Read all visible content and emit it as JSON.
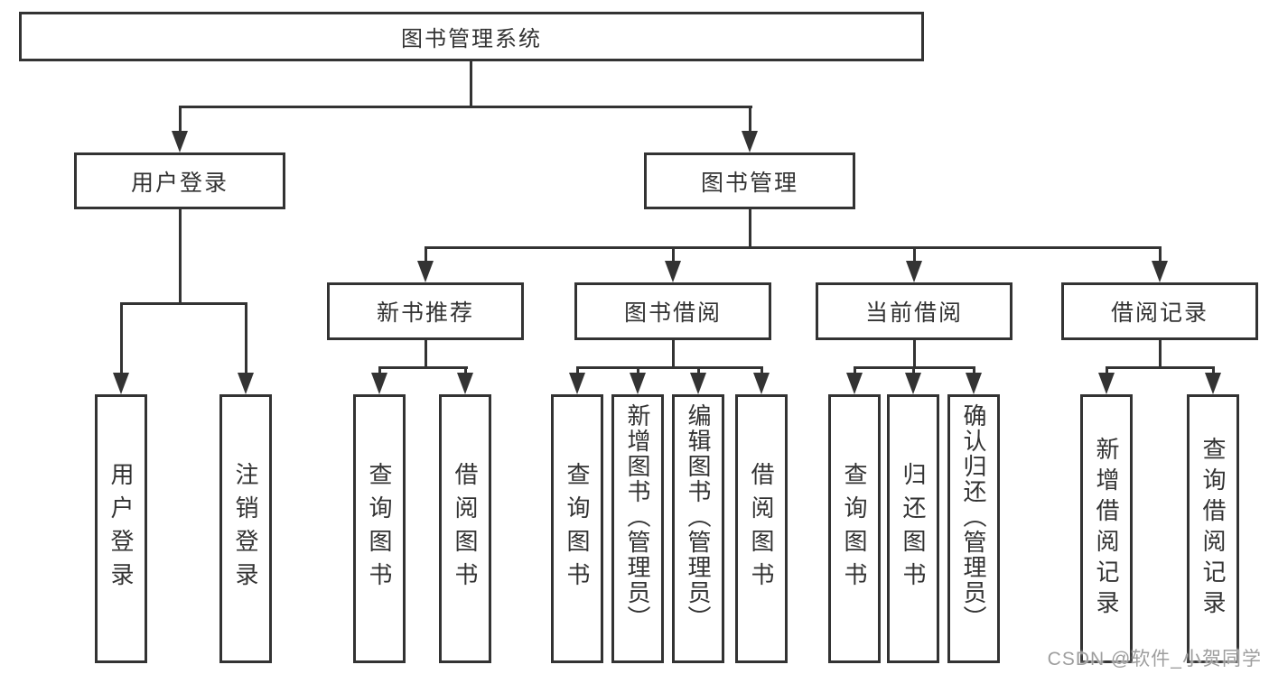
{
  "tree": {
    "root": {
      "label": "图书管理系统"
    },
    "branches": [
      {
        "label": "用户登录",
        "children": [
          {
            "label": "用户登录"
          },
          {
            "label": "注销登录"
          }
        ]
      },
      {
        "label": "图书管理",
        "sections": [
          {
            "label": "新书推荐",
            "children": [
              {
                "label": "查询图书"
              },
              {
                "label": "借阅图书"
              }
            ]
          },
          {
            "label": "图书借阅",
            "children": [
              {
                "label": "查询图书"
              },
              {
                "label": "新增图书（管理员）"
              },
              {
                "label": "编辑图书（管理员）"
              },
              {
                "label": "借阅图书"
              }
            ]
          },
          {
            "label": "当前借阅",
            "children": [
              {
                "label": "查询图书"
              },
              {
                "label": "归还图书"
              },
              {
                "label": "确认归还（管理员）"
              }
            ]
          },
          {
            "label": "借阅记录",
            "children": [
              {
                "label": "新增借阅记录"
              },
              {
                "label": "查询借阅记录"
              }
            ]
          }
        ]
      }
    ]
  },
  "watermark": "CSDN @软件_小贺同学",
  "colors": {
    "line": "#333333",
    "text": "#333333",
    "background": "#ffffff",
    "watermark": "#9e9e9e"
  }
}
